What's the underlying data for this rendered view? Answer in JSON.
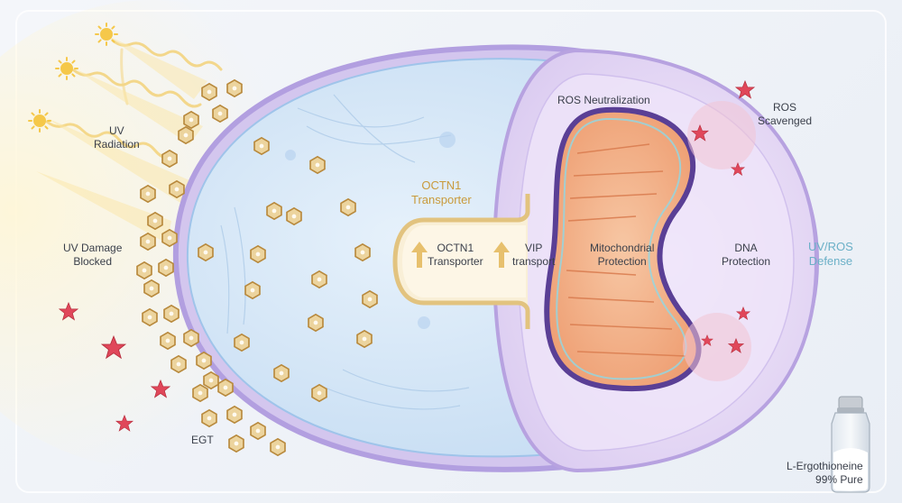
{
  "labels": {
    "uv_radiation": [
      "UV",
      "Radiation"
    ],
    "uv_damage_blocked": [
      "UV Damage",
      "Blocked"
    ],
    "egt": "EGT",
    "octn1_transporter_top": [
      "OCTN1",
      "Transporter"
    ],
    "octn1_transporter_channel": [
      "OCTN1",
      "Transporter"
    ],
    "vip_transport": [
      "VIP",
      "transport"
    ],
    "ros_neutralization": "ROS Neutralization",
    "ros_scavenged": [
      "ROS",
      "Scavenged"
    ],
    "mitochondrial_protection": [
      "Mitochondrial",
      "Protection"
    ],
    "dna_protection": [
      "DNA",
      "Protection"
    ],
    "uv_ros_defense": [
      "UV/ROS",
      "Defense"
    ],
    "product": [
      "L-Ergothioneine",
      "99% Pure"
    ]
  },
  "colors": {
    "cytoplasm": "#cfe3f7",
    "membrane": "#b9a6e0",
    "nucleus": "#e9dcf6",
    "mitochondrion": "#f2b48c",
    "mito_membrane": "#6b4fa0",
    "egt_molecule": "#e8c98a",
    "ros_star": "#e0475a",
    "sun": "#f5c84a"
  },
  "icons": {
    "sun": "sun-icon",
    "egt": "hexagon-egt-icon",
    "ros": "star-ros-icon",
    "arrow": "arrow-up-icon",
    "vial": "vial-icon"
  }
}
